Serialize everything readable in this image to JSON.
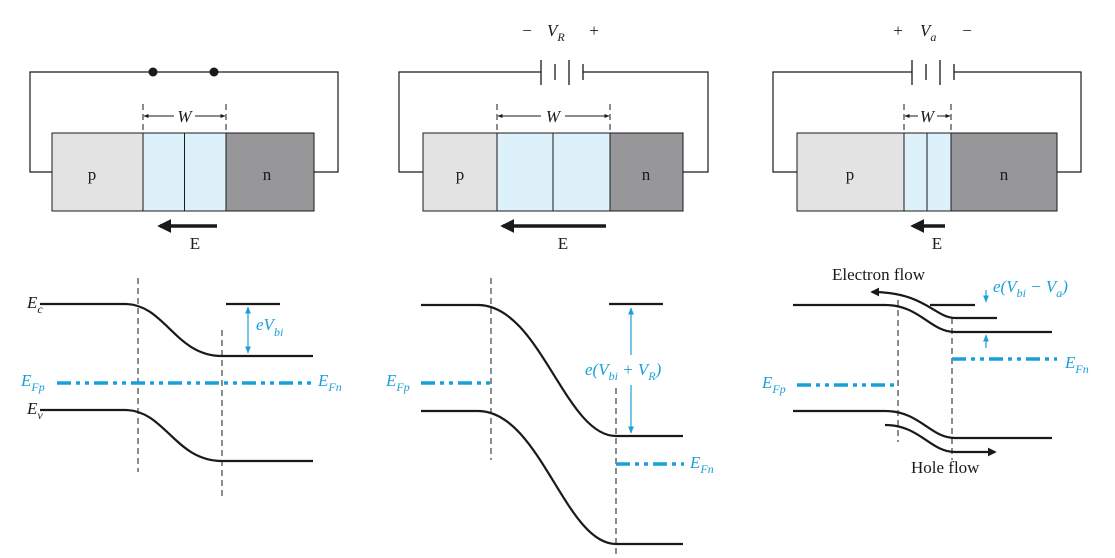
{
  "panels": [
    {
      "p_label": "p",
      "n_label": "n",
      "w_label": "W",
      "e_label": "E",
      "band_left_top": "E",
      "band_left_top_sub": "c",
      "band_left_bot": "E",
      "band_left_bot_sub": "v",
      "fermi_left": "E",
      "fermi_left_sub": "Fp",
      "fermi_right": "E",
      "fermi_right_sub": "Fn",
      "gap_label": "eV",
      "gap_label_sub": "bi"
    },
    {
      "p_label": "p",
      "n_label": "n",
      "w_label": "W",
      "e_label": "E",
      "source_minus": "−",
      "source_symbol": "V",
      "source_sub": "R",
      "source_plus": "+",
      "fermi_left": "E",
      "fermi_left_sub": "Fp",
      "fermi_right": "E",
      "fermi_right_sub": "Fn",
      "gap_label_prefix": "e(V",
      "gap_label_sub1": "bi",
      "gap_label_mid": " + V",
      "gap_label_sub2": "R",
      "gap_label_suffix": ")"
    },
    {
      "p_label": "p",
      "n_label": "n",
      "w_label": "W",
      "e_label": "E",
      "source_plus": "+",
      "source_symbol": "V",
      "source_sub": "a",
      "source_minus": "−",
      "electron_flow": "Electron flow",
      "hole_flow": "Hole flow",
      "fermi_left": "E",
      "fermi_left_sub": "Fp",
      "fermi_right": "E",
      "fermi_right_sub": "Fn",
      "gap_label_prefix": "e(V",
      "gap_label_sub1": "bi",
      "gap_label_mid": " − V",
      "gap_label_sub2": "a",
      "gap_label_suffix": ")"
    }
  ],
  "colors": {
    "p_region": "#e3e3e3",
    "n_region": "#97979a",
    "depletion": "#ddf1fb",
    "accent_blue": "#1aa0d8",
    "line": "#1a1a1a"
  }
}
